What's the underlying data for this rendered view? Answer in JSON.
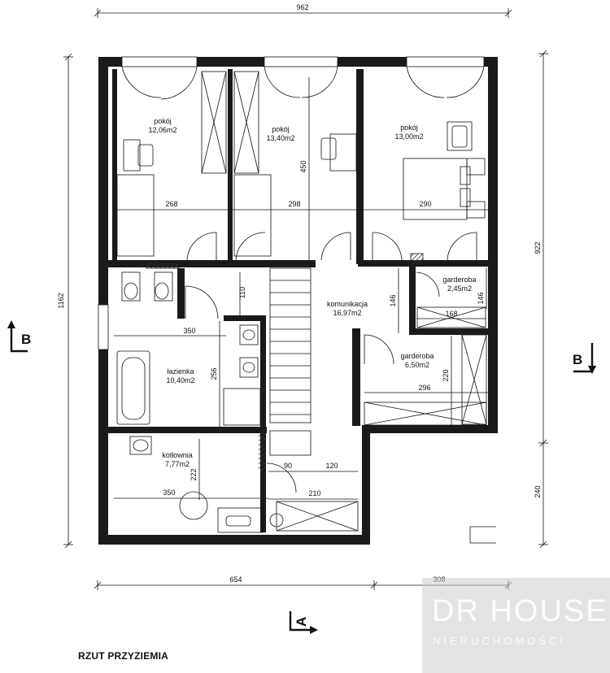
{
  "caption": "RZUT PRZYZIEMIA",
  "rooms": [
    {
      "name": "pokój",
      "area": "12,06m2"
    },
    {
      "name": "pokój",
      "area": "13,40m2"
    },
    {
      "name": "pokój",
      "area": "13,00m2"
    },
    {
      "name": "garderoba",
      "area": "2,45m2"
    },
    {
      "name": "komunikacja",
      "area": "16,97m2"
    },
    {
      "name": "łazienka",
      "area": "10,40m2"
    },
    {
      "name": "garderoba",
      "area": "6,50m2"
    },
    {
      "name": "kotłownia",
      "area": "7,77m2"
    }
  ],
  "dimensions": {
    "top_total": "962",
    "bottom_left": "654",
    "bottom_right": "308",
    "left_total": "1162",
    "right_upper": "922",
    "right_lower": "240",
    "room1_width": "268",
    "room2_width": "298",
    "room2_height": "450",
    "room3_width": "290",
    "corridor_110": "110",
    "corridor_146": "146",
    "garderoba1_146": "146",
    "garderoba1_168": "168",
    "bath_width": "350",
    "bath_height": "256",
    "garderoba2_width": "296",
    "garderoba2_height": "220",
    "boiler_width": "350",
    "boiler_height": "222",
    "stair_90": "90",
    "stair_120": "120",
    "stair_210": "210"
  },
  "sections": {
    "left": "B",
    "right": "B",
    "bottom": "A"
  },
  "watermark": {
    "line1": "DR HOUSE",
    "line2": "NIERUCHOMOŚCI"
  }
}
